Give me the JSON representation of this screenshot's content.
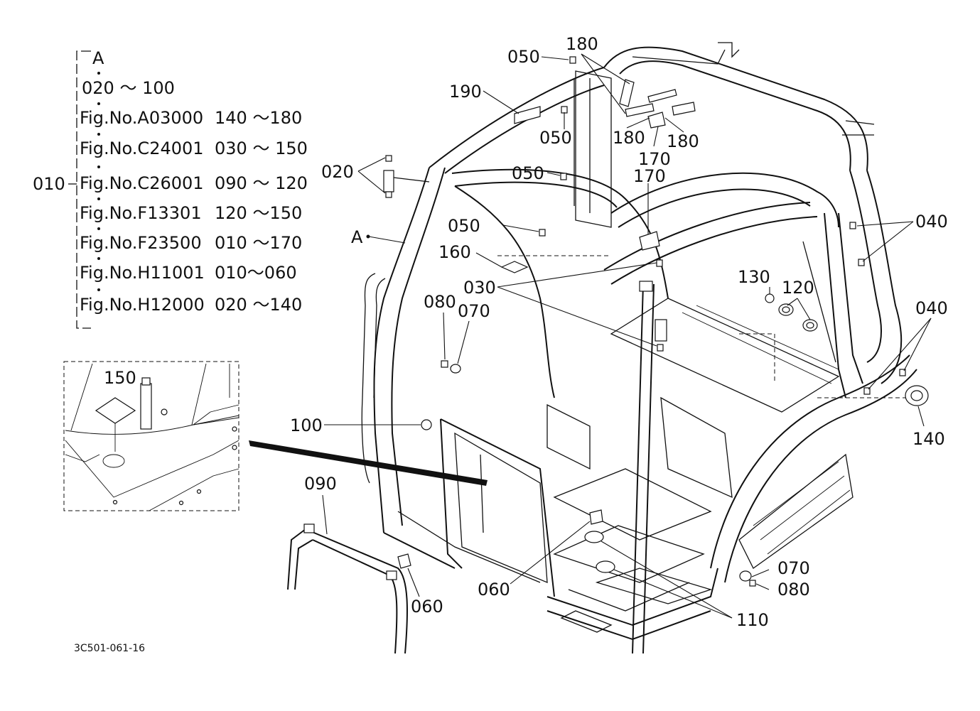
{
  "legend": {
    "group_label": "A",
    "range_all": "020 〜 100",
    "rows": [
      {
        "fig": "Fig.No.A03000",
        "range": "140 〜180"
      },
      {
        "fig": "Fig.No.C24001",
        "range": "030 〜 150"
      },
      {
        "fig": "Fig.No.C26001",
        "range": "090 〜 120"
      },
      {
        "fig": "Fig.No.F13301",
        "range": "120 〜150"
      },
      {
        "fig": "Fig.No.F23500",
        "range": "010 〜170"
      },
      {
        "fig": "Fig.No.H11001",
        "range": "010〜060"
      },
      {
        "fig": "Fig.No.H12000",
        "range": "020 〜140"
      }
    ],
    "main_part": "010"
  },
  "callouts": {
    "p020": "020",
    "p050a": "050",
    "p180a": "180",
    "p190": "190",
    "p050b": "050",
    "p180b": "180",
    "p180c": "180",
    "p170a": "170",
    "p050c": "050",
    "p170b": "170",
    "p050d": "050",
    "pA": "A",
    "p160": "160",
    "p030": "030",
    "p040a": "040",
    "p130": "130",
    "p120": "120",
    "p040b": "040",
    "p080a": "080",
    "p070a": "070",
    "p150": "150",
    "p100": "100",
    "p140": "140",
    "p090": "090",
    "p060a": "060",
    "p060b": "060",
    "p070b": "070",
    "p080b": "080",
    "p110": "110"
  },
  "doc_number": "3C501-061-16"
}
